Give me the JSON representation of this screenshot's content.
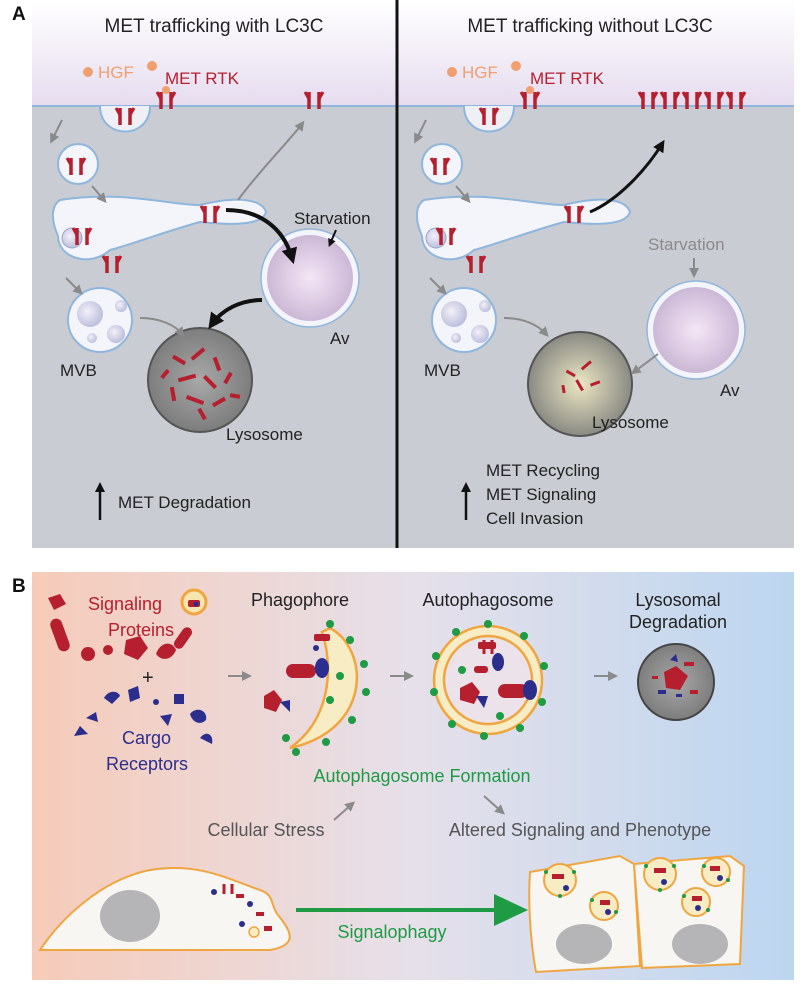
{
  "panel_a": {
    "letter": "A",
    "left_title": "MET trafficking with LC3C",
    "right_title": "MET trafficking without LC3C",
    "hgf": "HGF",
    "met_rtk": "MET RTK",
    "starvation": "Starvation",
    "av": "Av",
    "mvb": "MVB",
    "lysosome": "Lysosome",
    "left_outcome": "MET Degradation",
    "right_outcomes": [
      "MET Recycling",
      "MET Signaling",
      "Cell Invasion"
    ]
  },
  "panel_b": {
    "letter": "B",
    "signaling_proteins": [
      "Signaling",
      "Proteins"
    ],
    "plus": "+",
    "cargo_receptors": [
      "Cargo",
      "Receptors"
    ],
    "phagophore": "Phagophore",
    "autophagosome": "Autophagosome",
    "lysosomal_degradation": [
      "Lysosomal",
      "Degradation"
    ],
    "autophagosome_formation": "Autophagosome Formation",
    "cellular_stress": "Cellular Stress",
    "altered_signaling": "Altered Signaling and Phenotype",
    "signalophagy": "Signalophagy"
  },
  "colors": {
    "met_red": "#b51f2e",
    "hgf_orange": "#f0a070",
    "cargo_blue": "#2b2e8c",
    "green": "#1f9a45",
    "membrane_orange": "#f0a640",
    "panel_gray": "#c9ccd3",
    "gray_arrow": "#8a8a8a"
  }
}
